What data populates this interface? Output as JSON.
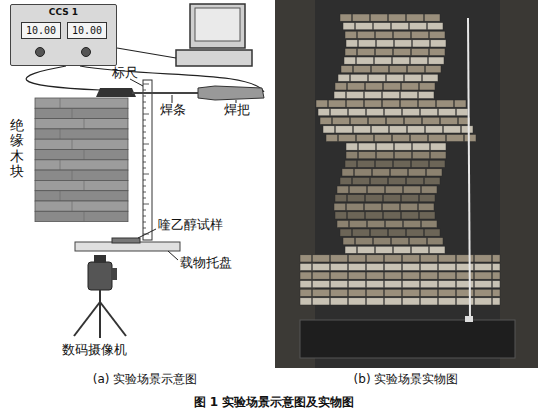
{
  "diagram": {
    "caption": "图 1 实验场景示意图及实物图",
    "nodes": [
      {
        "text": [
          "CCS 1"
        ]
      },
      {
        "text": [
          "10.00"
        ],
        "in": 0
      },
      {
        "text": [
          "10.00"
        ],
        "in": 0
      }
    ],
    "edges": [],
    "labels": [
      "标尺",
      "焊条",
      "焊把",
      "绝缘木块",
      "喹乙醇试样",
      "载物托盘",
      "数码摄像机",
      "(a) 实验场景示意图",
      "(b) 实验场景实物图"
    ]
  }
}
